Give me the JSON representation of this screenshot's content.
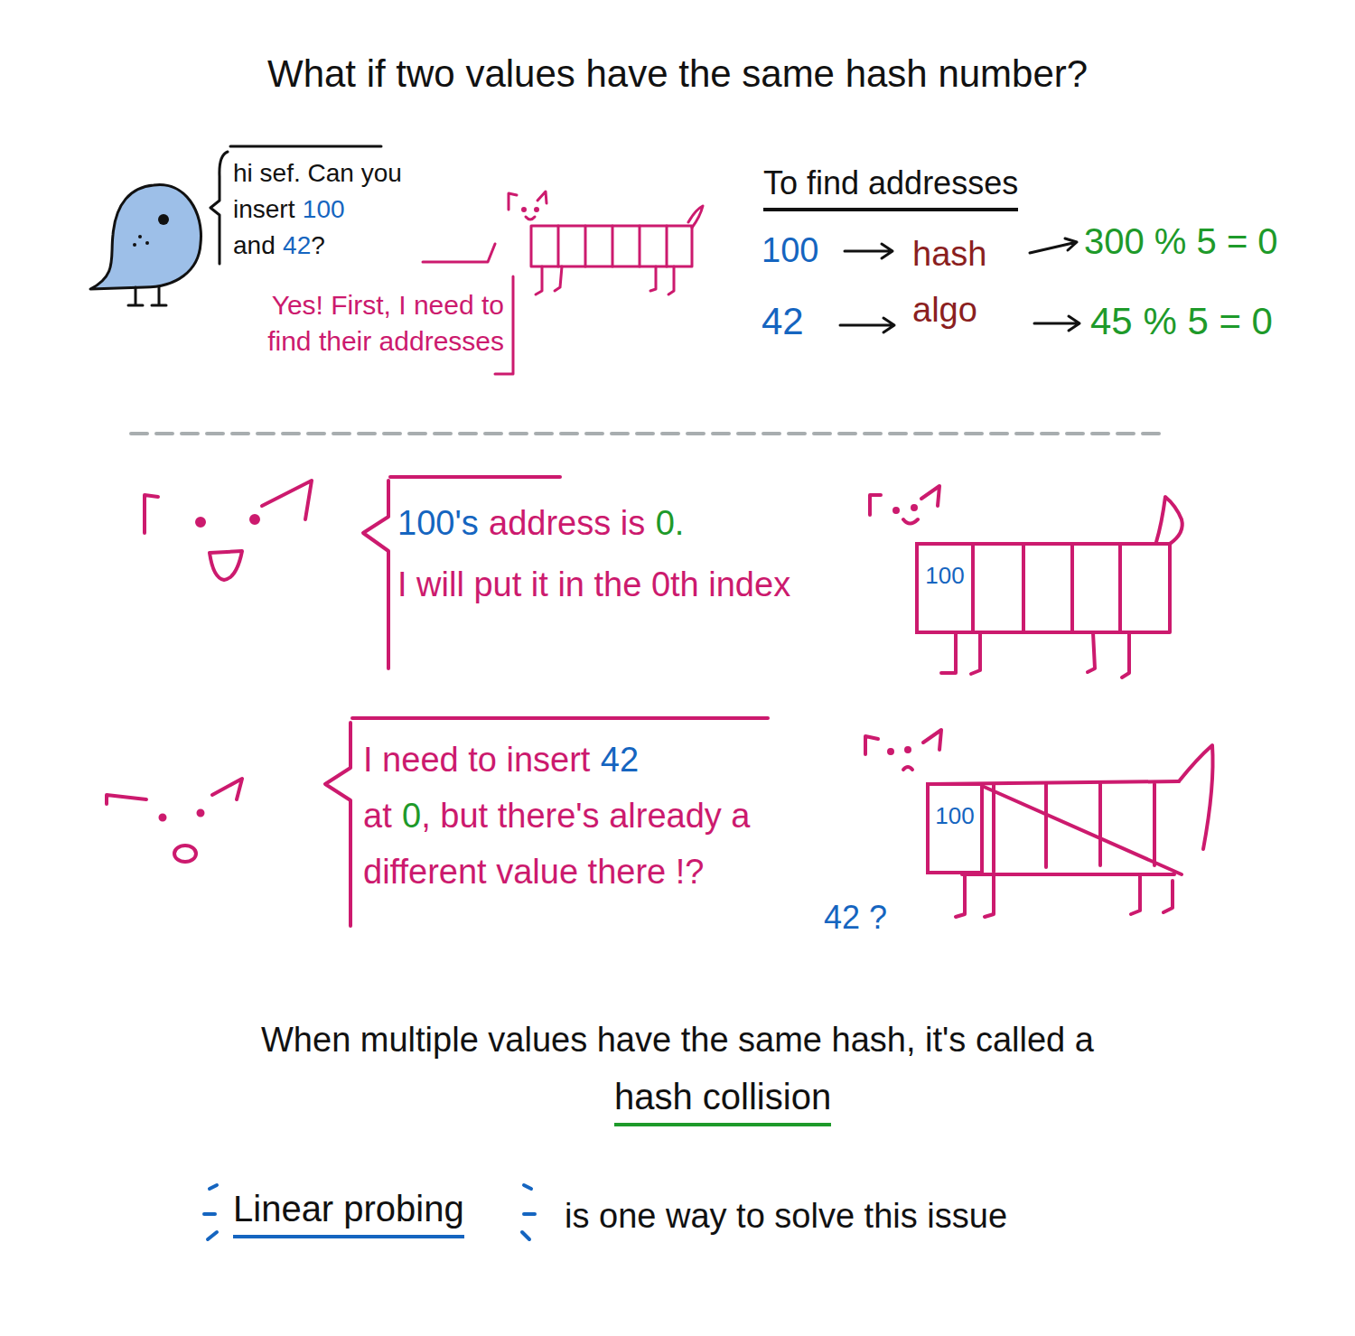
{
  "diagram": {
    "title": "What if two values have the same hash number?",
    "nodes": [
      {
        "text": [
          "100"
        ]
      },
      {
        "text": [
          "100"
        ]
      }
    ],
    "labels": [
      "hi sef. Can you",
      "insert",
      "100",
      "and",
      "42",
      "?",
      "Yes! First, I need to find their addresses",
      "To find addresses",
      "100",
      "hash algo",
      "300 % 5 = 0",
      "42",
      "45 % 5 = 0",
      "100's",
      "address is",
      "0.",
      "I will put it in the 0th index",
      "I need to insert",
      "42",
      "at",
      "0",
      ", but there's already a different value there !?",
      "42 ?",
      "When multiple values have the same hash, it's called a",
      "hash collision",
      "Linear probing",
      "is one way to solve this issue"
    ]
  }
}
